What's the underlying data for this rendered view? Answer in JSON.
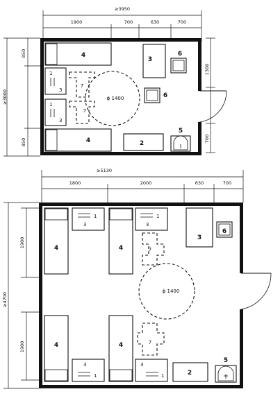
{
  "plan_top": {
    "overall_width": "≥3950",
    "overall_height": "≥3000",
    "top_segments": [
      "1900",
      "700",
      "630",
      "700"
    ],
    "left_segments": [
      "850",
      "850"
    ],
    "right_segments": [
      "1300",
      "700"
    ],
    "circle_label": "ϕ 1400",
    "labels": {
      "bed_top": "4",
      "bed_bottom": "4",
      "wardrobe": "3",
      "chair_top": "6",
      "chair_mid": "6",
      "nightstand_a_1": "1",
      "nightstand_a_3": "3",
      "nightstand_b_1": "1",
      "nightstand_b_3": "3",
      "chair_dash_a": "7",
      "chair_dash_b": "7",
      "table": "2",
      "sink": "5"
    }
  },
  "plan_bottom": {
    "overall_width": "≥5130",
    "overall_height": "≥4700",
    "top_segments": [
      "1800",
      "2000",
      "630",
      "700"
    ],
    "left_segments": [
      "1900",
      "1900"
    ],
    "circle_label": "ϕ 1400",
    "labels": {
      "bed_tl": "4",
      "bed_tm": "4",
      "bed_bl": "4",
      "bed_bm": "4",
      "ns_tl_3": "3",
      "ns_tl_1": "1",
      "ns_tm_3": "3",
      "ns_tm_1": "1",
      "ns_bl_3": "3",
      "ns_bl_1": "1",
      "ns_bm_3": "3",
      "ns_bm_1": "1",
      "wardrobe": "3",
      "chair": "6",
      "chair_dash_a": "7",
      "chair_dash_b": "7",
      "table": "2",
      "sink": "5"
    }
  }
}
